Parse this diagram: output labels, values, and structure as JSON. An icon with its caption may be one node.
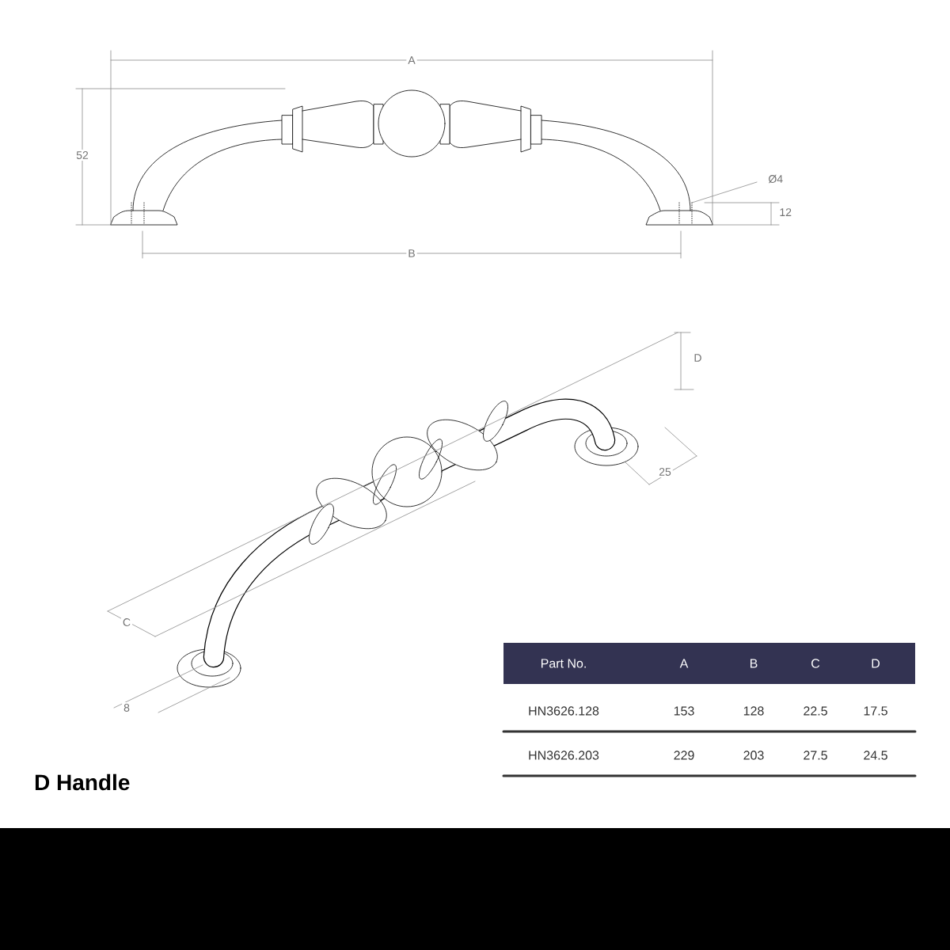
{
  "diagram": {
    "title": "D Handle",
    "labels": [
      "A",
      "52",
      "Ø4",
      "12",
      "B",
      "D",
      "25",
      "C",
      "8",
      "Part No.",
      "A",
      "B",
      "C",
      "D",
      "HN3626.128",
      "153",
      "128",
      "22.5",
      "17.5",
      "HN3626.203",
      "229",
      "203",
      "27.5",
      "24.5"
    ]
  }
}
